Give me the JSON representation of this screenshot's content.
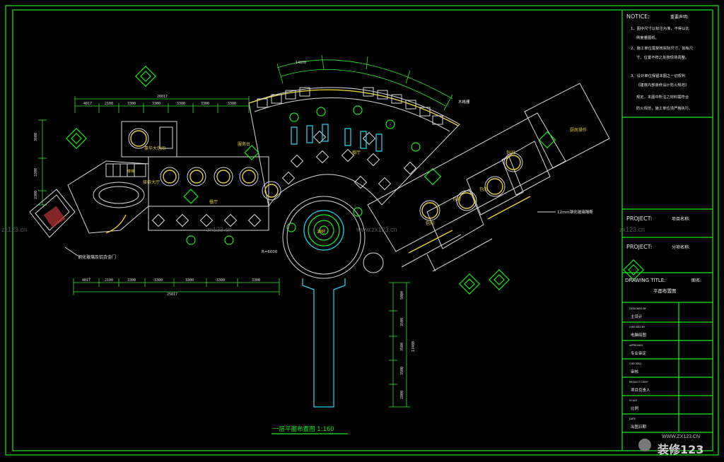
{
  "notice": {
    "title": "NOTICE:",
    "title_cn": "重要声明:",
    "items": [
      "1、图中尺寸以标注为准，不得以比",
      "例度量图纸。",
      "2、施工单位需复核实际尺寸，如有尺",
      "寸、位置不符之处按现场调整。",
      "3、设计单位保留本图之一切权利",
      "《建筑内部装修设计防火规范》",
      "规定，本图中所注之材料需符合",
      "防火规范，施工单位须严格执行。"
    ]
  },
  "project1": {
    "label": "PROJECT:",
    "value": "项目名称:"
  },
  "project2": {
    "label": "PROJECT:",
    "value": "分项名称:"
  },
  "drawing_title": {
    "label": "DRAWING TITLE:",
    "label_cn": "图名:",
    "value": "平面布置图"
  },
  "sign_rows": [
    {
      "en": "DESIGNED BY",
      "cn": "主设计"
    },
    {
      "en": "CHECKED BY",
      "cn": "电脑绘图"
    },
    {
      "en": "APPROVED",
      "cn": "专业审定"
    },
    {
      "en": "CHECKED",
      "cn": "审核"
    },
    {
      "en": "PROJECT CHIEF",
      "cn": "项目负责人"
    },
    {
      "en": "SCALE",
      "cn": "比例"
    },
    {
      "en": "DATE",
      "cn": "出图日期"
    }
  ],
  "plan_title": "一层平面布置图 1:160",
  "room_labels": {
    "vip": "豪华大包间",
    "lobby": "接待大厅",
    "bar": "服务台",
    "hall": "餐厅",
    "sushi": "餐厅",
    "private1": "包间",
    "private2": "包间",
    "private3": "包间",
    "private4": "包间",
    "kitchen": "厨房操作",
    "stair": "楼梯",
    "wine": "酒吧",
    "radius": "R=6000"
  },
  "annotations": {
    "left_bottom": "钢化玻璃及铝合金门",
    "right_mid": "12mm钢化玻璃隔断",
    "arc_top": "木格栅"
  },
  "dimensions": {
    "top": [
      "4017",
      "2100",
      "3300",
      "3300",
      "3300",
      "3300",
      "3300"
    ],
    "top_total": "26017",
    "bottom": [
      "4017",
      "2100",
      "3300",
      "3300",
      "3300",
      "3300",
      "3300"
    ],
    "bottom_total": "25817",
    "left": [
      "3600",
      "3300",
      "2300"
    ],
    "right_vertical": [
      "5000",
      "3500",
      "3500",
      "3500",
      "2800"
    ],
    "right_total": "17400",
    "arc": "14870"
  },
  "watermarks": [
    "zx123.cn",
    "zx123.cn",
    "www.zx123.cn",
    "zx123.cn"
  ],
  "logo": {
    "url": "WWW.ZX123.CN",
    "name": "装修123"
  },
  "colors": {
    "green": "#1ee81e",
    "white": "#e8e8e8",
    "yellow": "#e8d23a",
    "cyan": "#22d0e8",
    "background": "#000000"
  }
}
